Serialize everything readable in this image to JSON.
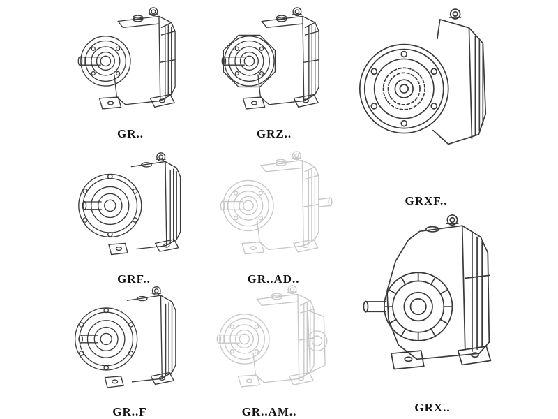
{
  "colors": {
    "page_bg": "#ffffff",
    "ink": "#3a3a3a",
    "phantom": "#c7c7c7",
    "label": "#121212"
  },
  "products": [
    {
      "id": "gr",
      "label": "GR.."
    },
    {
      "id": "grz",
      "label": "GRZ.."
    },
    {
      "id": "grxf",
      "label": "GRXF.."
    },
    {
      "id": "grf",
      "label": "GRF.."
    },
    {
      "id": "gr-ad",
      "label": "GR..AD.."
    },
    {
      "id": "gr-f",
      "label": "GR..F"
    },
    {
      "id": "gr-am",
      "label": "GR..AM.."
    },
    {
      "id": "grx",
      "label": "GRX.."
    }
  ]
}
